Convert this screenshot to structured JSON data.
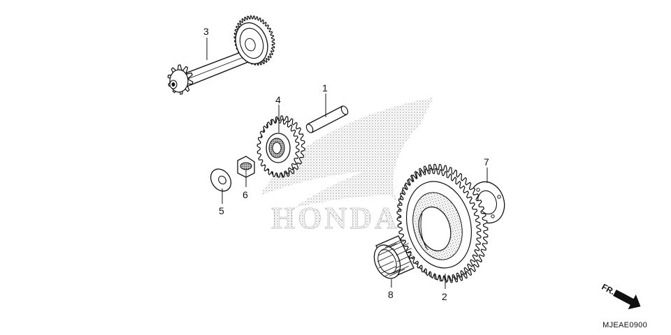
{
  "watermark": {
    "brand": "HONDA"
  },
  "parts": [
    {
      "callout": "1",
      "icon": "pin-icon"
    },
    {
      "callout": "2",
      "icon": "large-gear-icon"
    },
    {
      "callout": "3",
      "icon": "shaft-gear-icon"
    },
    {
      "callout": "4",
      "icon": "idle-gear-icon"
    },
    {
      "callout": "5",
      "icon": "washer-icon"
    },
    {
      "callout": "6",
      "icon": "collar-icon"
    },
    {
      "callout": "7",
      "icon": "plate-icon"
    },
    {
      "callout": "8",
      "icon": "needle-bearing-icon"
    }
  ],
  "direction_indicator": {
    "label": "FR."
  },
  "diagram_code": "MJEAE0900"
}
